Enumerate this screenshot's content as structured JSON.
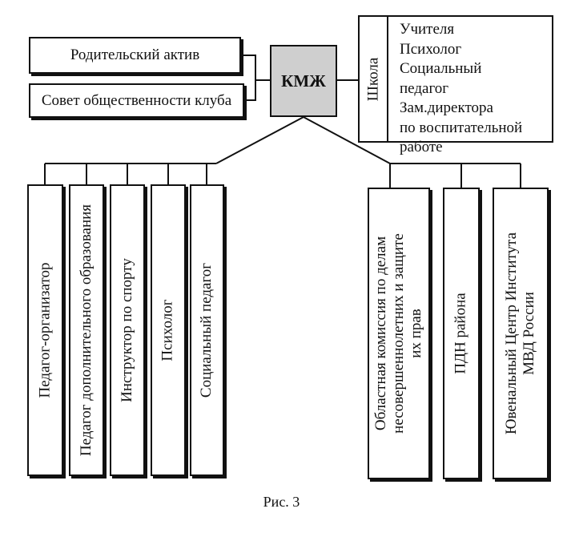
{
  "center": {
    "label": "КМЖ"
  },
  "left_boxes": [
    {
      "label": "Родительский актив"
    },
    {
      "label": "Совет общественности клуба"
    }
  ],
  "school": {
    "title": "Школа",
    "members": [
      "Учителя",
      "Психолог",
      "Социальный",
      "педагог",
      "Зам.директора",
      "по воспитательной",
      "работе"
    ]
  },
  "left_staff": [
    {
      "label": "Педагог-организатор"
    },
    {
      "label": "Педагог дополнительного образования"
    },
    {
      "label": "Инструктор по спорту"
    },
    {
      "label": "Психолог"
    },
    {
      "label": "Социальный педагог"
    }
  ],
  "right_agencies": [
    {
      "lines": [
        "Областная комиссия по делам",
        "несовершеннолетних и защите",
        "их прав"
      ]
    },
    {
      "lines": [
        "ПДН района"
      ]
    },
    {
      "lines": [
        "Ювенальный Центр Института",
        "МВД России"
      ]
    }
  ],
  "caption": "Рис. 3"
}
